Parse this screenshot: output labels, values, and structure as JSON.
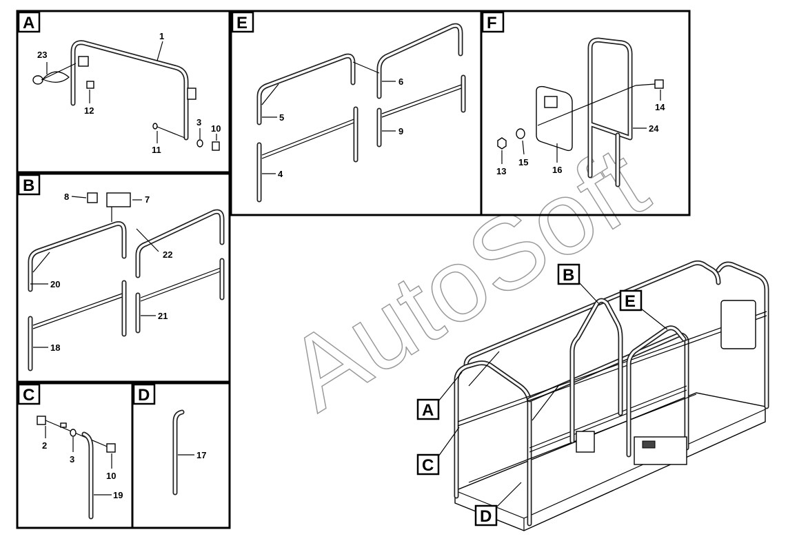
{
  "watermark": "AutoSoft",
  "panels": {
    "A": {
      "letter": "A",
      "labels": [
        "1",
        "23",
        "12",
        "3",
        "10",
        "11"
      ]
    },
    "B": {
      "letter": "B",
      "labels": [
        "8",
        "7",
        "22",
        "20",
        "21",
        "18"
      ]
    },
    "C": {
      "letter": "C",
      "labels": [
        "2",
        "3",
        "10",
        "19"
      ]
    },
    "D": {
      "letter": "D",
      "labels": [
        "17"
      ]
    },
    "E": {
      "letter": "E",
      "labels": [
        "6",
        "5",
        "9",
        "4"
      ]
    },
    "F": {
      "letter": "F",
      "labels": [
        "14",
        "24",
        "13",
        "15",
        "16"
      ]
    }
  },
  "callouts": [
    "B",
    "E",
    "A",
    "C",
    "D"
  ]
}
